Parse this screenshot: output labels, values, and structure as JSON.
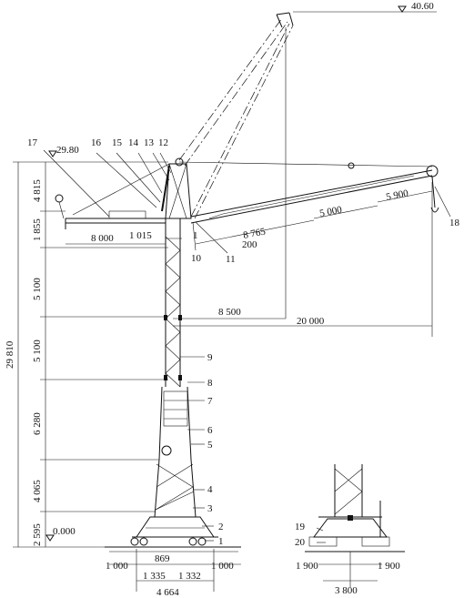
{
  "elevations": {
    "top": "40.60",
    "jib_pivot": "29.80",
    "ground": "0.000"
  },
  "height_dims": {
    "total": "29 810",
    "d1": "4 815",
    "d2": "1 855",
    "d3": "5 100",
    "d4": "5 100",
    "d5": "6 280",
    "d6": "4 065",
    "d7": "2 595"
  },
  "horizontal_dims": {
    "counter_jib": "8 000",
    "offset": "1 015",
    "jib_s1": "8 765",
    "jib_s2": "5 000",
    "jib_s3": "5 900",
    "reach_min": "8 500",
    "reach_max": "20 000",
    "base_a": "1 000",
    "base_b": "869",
    "base_c": "1 335",
    "base_d": "1 332",
    "base_e": "1 000",
    "base_total": "4 664",
    "side_a": "1 900",
    "side_b": "1 900",
    "side_total": "3 800",
    "jib_small": "200"
  },
  "callouts": {
    "c1": "1",
    "c2": "2",
    "c3": "3",
    "c4": "4",
    "c5": "5",
    "c6": "6",
    "c7": "7",
    "c8": "8",
    "c9": "9",
    "c10": "10",
    "c11": "11",
    "c12": "12",
    "c13": "13",
    "c14": "14",
    "c15": "15",
    "c16": "16",
    "c17": "17",
    "c18": "18",
    "c19": "19",
    "c20": "20",
    "c1b": "1"
  }
}
